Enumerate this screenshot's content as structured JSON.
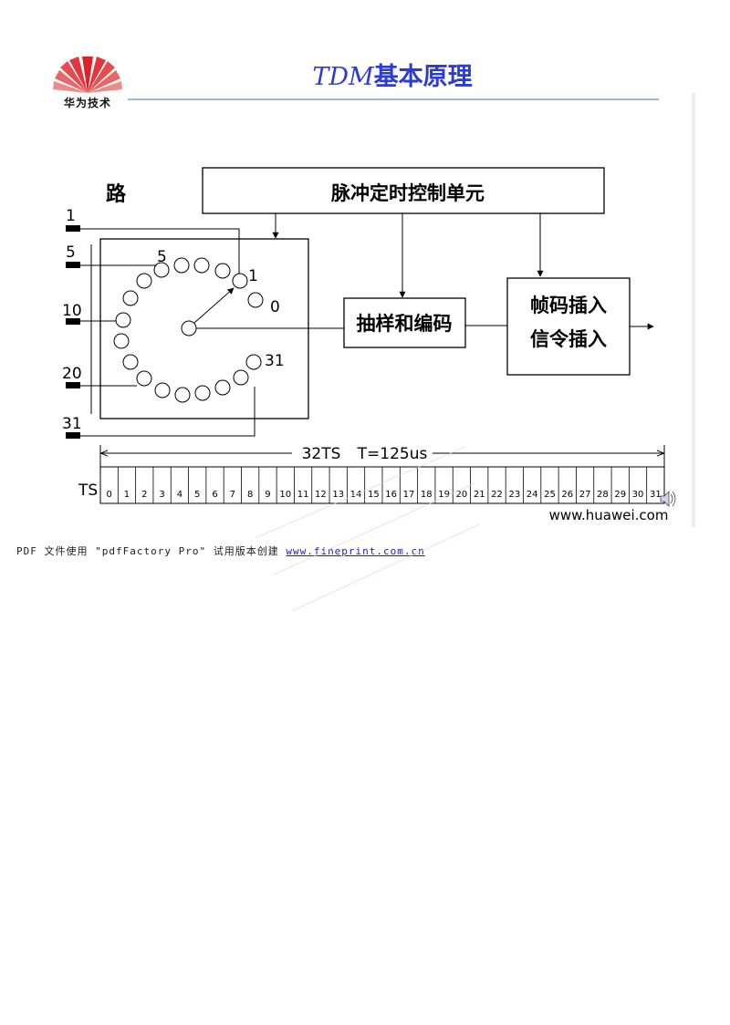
{
  "header": {
    "logo_text": "华为技术",
    "title_prefix": "TDM",
    "title_suffix": "基本原理"
  },
  "diagram": {
    "channels_label": "路",
    "control_unit_label": "脉冲定时控制单元",
    "sampling_label": "抽样和编码",
    "insertion_label_line1": "帧码插入",
    "insertion_label_line2": "信令插入",
    "input_labels": [
      "1",
      "5",
      "10",
      "20",
      "31"
    ],
    "dial_labels": [
      "5",
      "1",
      "0",
      "31"
    ],
    "frame_label": "32TS",
    "period_label": "T=125us",
    "ts_label": "TS",
    "slot_numbers": [
      "0",
      "1",
      "2",
      "3",
      "4",
      "5",
      "6",
      "7",
      "8",
      "9",
      "10",
      "11",
      "12",
      "13",
      "14",
      "15",
      "16",
      "17",
      "18",
      "19",
      "20",
      "21",
      "22",
      "23",
      "24",
      "25",
      "26",
      "27",
      "28",
      "29",
      "30",
      "31"
    ]
  },
  "footer": {
    "text": "PDF 文件使用 \"pdfFactory Pro\" 试用版本创建",
    "link": "www.fineprint.com.cn"
  },
  "website": "www.huawei.com",
  "colors": {
    "title": "#2b3bd6",
    "header_rule": "#9fb8e6",
    "logo_red": "#d8232a",
    "footer_link": "#1c1cc4"
  }
}
